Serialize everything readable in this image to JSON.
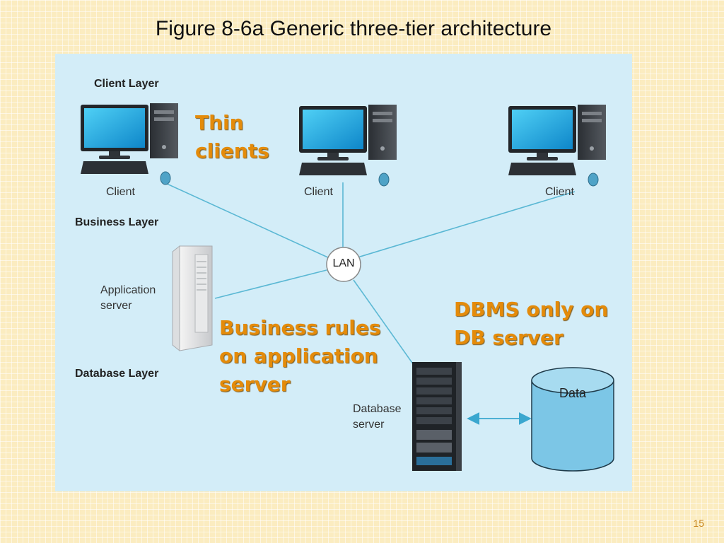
{
  "slide": {
    "title": "Figure 8-6a Generic three-tier architecture",
    "page_number": "15"
  },
  "diagram": {
    "layers": {
      "client": "Client Layer",
      "business": "Business Layer",
      "database": "Database Layer"
    },
    "nodes": {
      "client_1": "Client",
      "client_2": "Client",
      "client_3": "Client",
      "lan": "LAN",
      "app_server_line1": "Application",
      "app_server_line2": "server",
      "db_server_line1": "Database",
      "db_server_line2": "server",
      "data": "Data"
    },
    "annotations": {
      "thin_clients_line1": "Thin",
      "thin_clients_line2": "clients",
      "business_rules_line1": "Business rules",
      "business_rules_line2": "on application",
      "business_rules_line3": "server",
      "dbms_line1": "DBMS only on",
      "dbms_line2": "DB server"
    },
    "colors": {
      "panel": "#d3edf8",
      "connector": "#5bb8d4",
      "annotation": "#e48b0a"
    }
  }
}
